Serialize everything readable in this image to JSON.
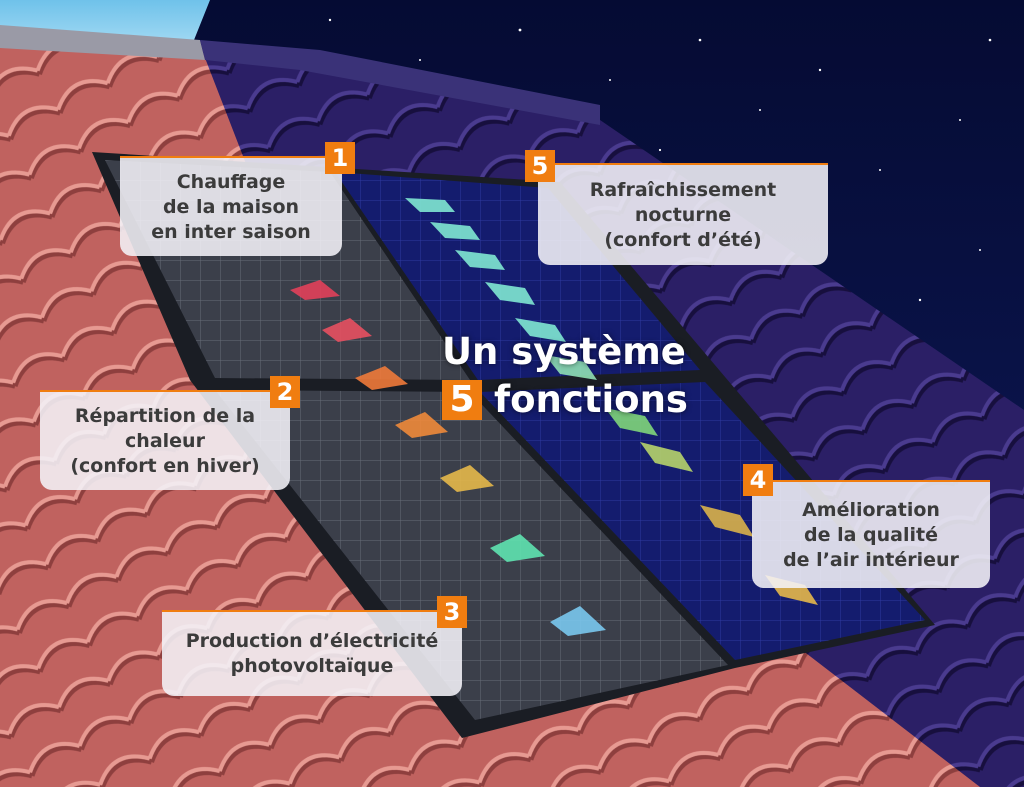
{
  "title": {
    "line1": "Un système",
    "number": "5",
    "line2": "fonctions"
  },
  "functions": [
    {
      "number": "1",
      "lines": [
        "Chauffage",
        "de la maison",
        "en inter saison"
      ]
    },
    {
      "number": "2",
      "lines": [
        "Répartition de la",
        "chaleur",
        "(confort en hiver)"
      ]
    },
    {
      "number": "3",
      "lines": [
        "Production d’électricité",
        "photovoltaïque"
      ]
    },
    {
      "number": "4",
      "lines": [
        "Amélioration",
        "de la qualité",
        "de l’air intérieur"
      ]
    },
    {
      "number": "5",
      "lines": [
        "Rafraîchissement",
        "nocturne",
        "(confort d’été)"
      ]
    }
  ],
  "colors": {
    "accent": "#f07d10",
    "night_sky": "#0a1140",
    "roof_day": "#c96a66",
    "roof_night": "#2a1f63",
    "arrow_red": "#e2405a",
    "arrow_orange": "#f08a3a",
    "arrow_yellow": "#e6b84a",
    "arrow_mint": "#5fe3b0",
    "arrow_cyan": "#7ac8ee",
    "arrow_green": "#7fd67a"
  },
  "icons": [
    "crescent-moon-icon",
    "stars-icon",
    "air-flow-arrow-icon"
  ]
}
